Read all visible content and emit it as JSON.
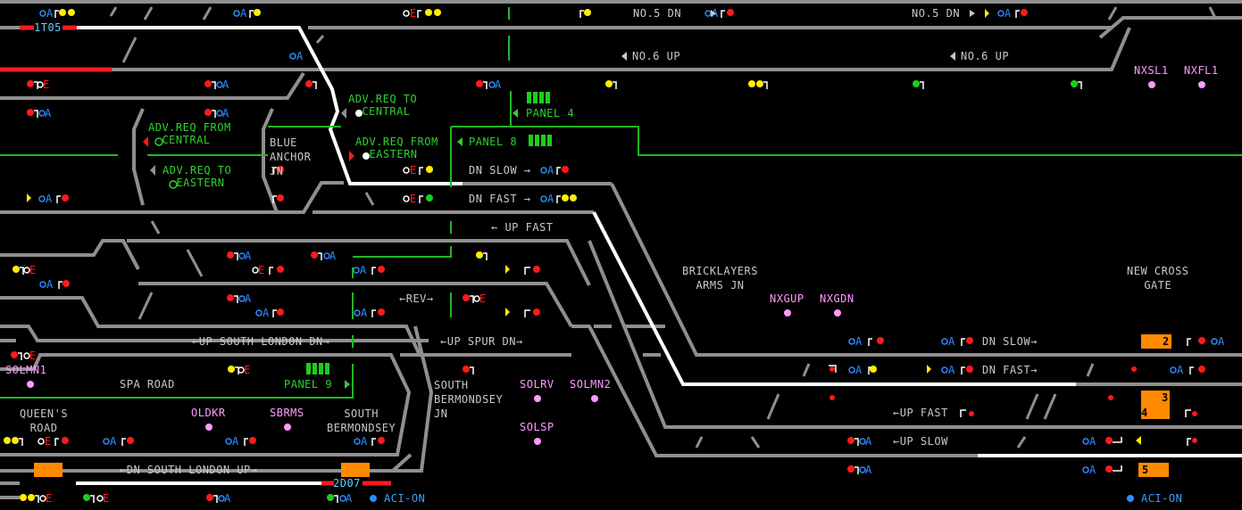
{
  "train_descriptions": {
    "td_1": "1T05",
    "td_2": "2D07"
  },
  "routes": {
    "no5_dn_a": "NO.5 DN",
    "no5_dn_b": "NO.5 DN",
    "no6_up_a": "NO.6 UP",
    "no6_up_b": "NO.6 UP",
    "dn_slow_top": "DN SLOW",
    "dn_fast_top": "DN FAST",
    "up_fast_top": "UP FAST",
    "rev": "REV",
    "up_south_london_dn": "UP SOUTH LONDON DN",
    "up_spur_dn": "UP SPUR DN",
    "dn_south_london_up": "DN SOUTH LONDON UP",
    "dn_slow_right": "DN SLOW",
    "dn_fast_right": "DN FAST",
    "up_fast_right": "UP FAST",
    "up_slow_right": "UP SLOW"
  },
  "adv_req": {
    "to_central": {
      "line1": "ADV.REQ TO",
      "line2": "CENTRAL"
    },
    "from_central": {
      "line1": "ADV.REQ FROM",
      "line2": "CENTRAL"
    },
    "to_eastern": {
      "line1": "ADV.REQ TO",
      "line2": "EASTERN"
    },
    "from_eastern": {
      "line1": "ADV.REQ FROM",
      "line2": "EASTERN"
    }
  },
  "panels": {
    "panel_4": "PANEL 4",
    "panel_8": "PANEL 8",
    "panel_9": "PANEL 9"
  },
  "locations": {
    "blue_anchor": [
      "BLUE",
      "ANCHOR",
      "JN"
    ],
    "bricklayers": [
      "BRICKLAYERS",
      "ARMS JN"
    ],
    "new_cross": [
      "NEW CROSS",
      "GATE"
    ],
    "spa_road": "SPA ROAD",
    "queens_road": [
      "QUEEN'S",
      "ROAD"
    ],
    "south_bermondsey": [
      "SOUTH",
      "BERMONDSEY"
    ],
    "south_bermondsey_jn": [
      "SOUTH",
      "BERMONDSEY",
      "JN"
    ]
  },
  "nx_buttons": {
    "nxsl1": "NXSL1",
    "nxfl1": "NXFL1",
    "nxgup": "NXGUP",
    "nxgdn": "NXGDN",
    "solmn1": "SOLMN1",
    "oldkr": "OLDKR",
    "sbrms": "SBRMS",
    "solrv": "SOLRV",
    "solmn2": "SOLMN2",
    "solsp": "SOLSP"
  },
  "aci": {
    "left": "ACI-ON",
    "right": "ACI-ON"
  },
  "points": {
    "p2": "2",
    "p3": "3",
    "p4": "4",
    "p5": "5"
  },
  "signal_labels": {
    "auto": "A",
    "emergency": "E"
  },
  "colors": {
    "track": "#8f8f8f",
    "route_set": "#ffffff",
    "occupied": "#ff1a1a",
    "boundary": "#1fb81f",
    "signal_red": "#ff1a1a",
    "signal_yellow": "#ffee00",
    "signal_green": "#19d119",
    "auto_blue": "#2f8bff",
    "points_orange": "#ff8a00",
    "nx_pink": "#ff9aff"
  }
}
